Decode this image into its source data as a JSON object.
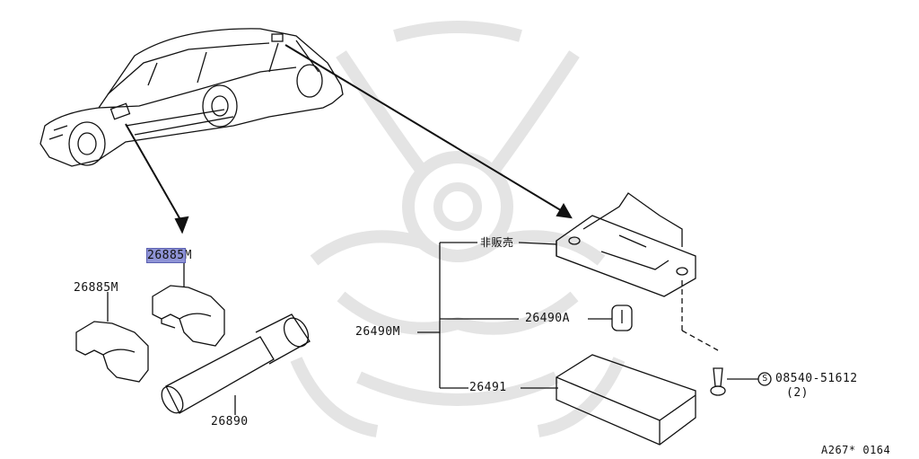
{
  "parts": {
    "p26885m_top_highlight": "26885",
    "p26885m_top_suffix": "M",
    "p26885m_left": "26885M",
    "p26890": "26890",
    "p_hihanbai": "非販売",
    "p26490a": "26490A",
    "p26490m": "26490M",
    "p26491": "26491",
    "screw_symbol": "S",
    "screw_part": "08540-51612",
    "screw_qty": "(2)"
  },
  "footer": {
    "code": "A267* 0164"
  },
  "colors": {
    "line": "#111111",
    "highlight": "#8e93d6",
    "watermark": "#e6e6e6"
  }
}
